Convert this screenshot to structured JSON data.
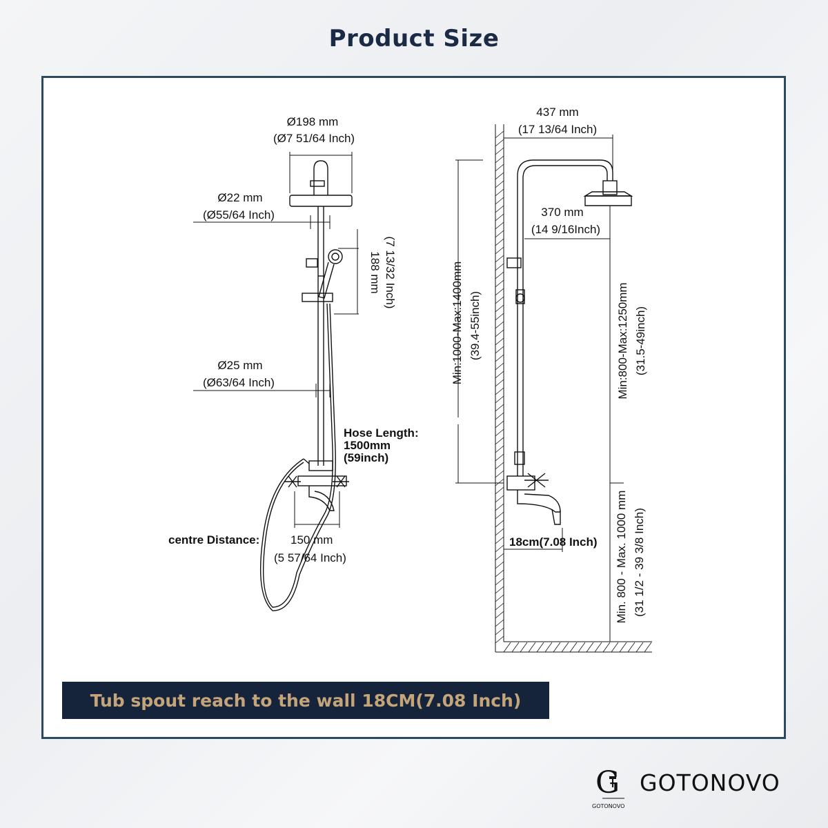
{
  "header": {
    "title": "Product Size"
  },
  "left_view": {
    "head_diameter": "Ø198 mm",
    "head_diameter_inch": "(Ø7 51/64 Inch)",
    "arm_diameter": "Ø22 mm",
    "arm_diameter_inch": "(Ø55/64 Inch)",
    "handshower_length": "188 mm",
    "handshower_length_inch": "(7 13/32 Inch)",
    "pipe_diameter": "Ø25 mm",
    "pipe_diameter_inch": "(Ø63/64 Inch)",
    "hose_label": "Hose Length:",
    "hose_mm": "1500mm",
    "hose_inch": "(59inch)",
    "centre_label": "centre Distance:",
    "centre_mm": "150 mm",
    "centre_inch": "(5 57/64 Inch)"
  },
  "right_view": {
    "arm_width": "437 mm",
    "arm_width_inch": "(17 13/64 Inch)",
    "arm_reach": "370 mm",
    "arm_reach_inch": "(14 9/16Inch)",
    "total_height": "Min:1000-Max:1400mm",
    "total_height_inch": "(39.4-55inch)",
    "head_height": "Min:800-Max:1250mm",
    "head_height_inch": "(31.5-49inch)",
    "spout_reach": "18cm(7.08 Inch)",
    "valve_height": "Min. 800 - Max. 1000 mm",
    "valve_height_inch": "(31 1/2 - 39 3/8 Inch)"
  },
  "banner": {
    "text": "Tub spout reach to the wall 18CM(7.08 Inch)"
  },
  "brand": {
    "name": "GOTONOVO",
    "logo_text": "GOTONOVO",
    "logo_letter": "G"
  },
  "colors": {
    "title": "#1b2a45",
    "frame": "#2b4a5e",
    "banner_bg": "#15233b",
    "banner_text": "#c4a57a"
  }
}
